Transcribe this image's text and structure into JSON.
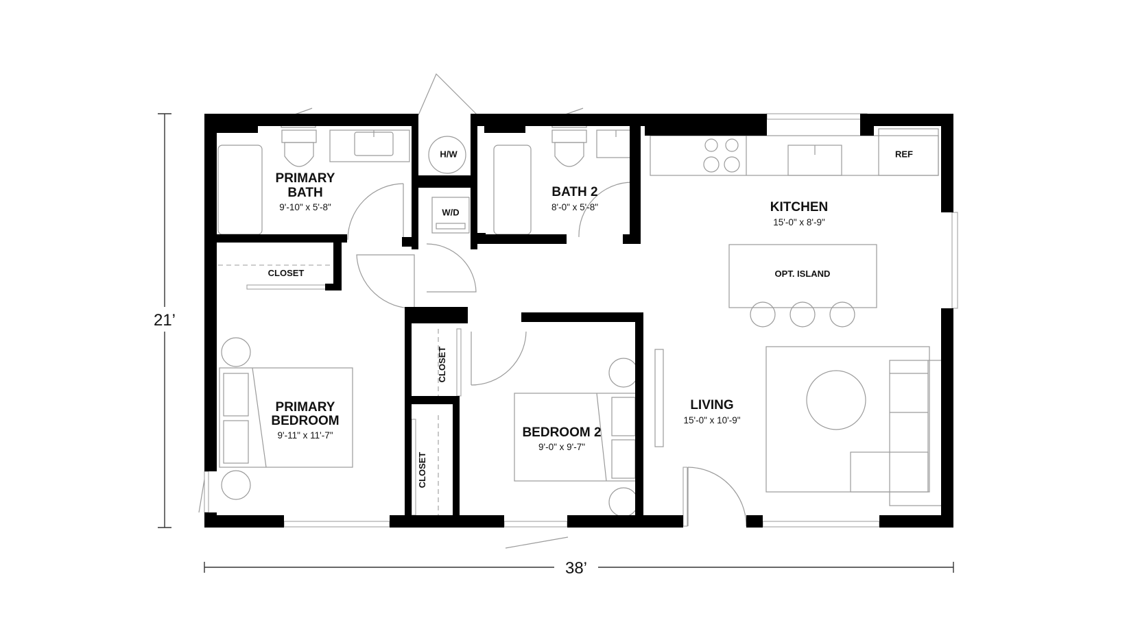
{
  "plan": {
    "dimensions": {
      "overall_height": "21’",
      "overall_width": "38’"
    },
    "rooms": {
      "primary_bath": {
        "name_line1": "PRIMARY",
        "name_line2": "BATH",
        "size": "9'-10\" x 5'-8\""
      },
      "bath2": {
        "name": "BATH 2",
        "size": "8'-0\" x 5'-8\""
      },
      "kitchen": {
        "name": "KITCHEN",
        "size": "15'-0\" x 8'-9\""
      },
      "primary_bedroom": {
        "name_line1": "PRIMARY",
        "name_line2": "BEDROOM",
        "size": "9'-11\" x 11'-7\""
      },
      "bedroom2": {
        "name": "BEDROOM 2",
        "size": "9'-0\" x 9'-7\""
      },
      "living": {
        "name": "LIVING",
        "size": "15'-0\" x 10'-9\""
      }
    },
    "labels": {
      "closet_primary": "CLOSET",
      "closet_hall": "CLOSET",
      "closet_bedroom2": "CLOSET",
      "water_heater": "H/W",
      "washer_dryer": "W/D",
      "refrigerator": "REF",
      "island": "OPT. ISLAND"
    }
  }
}
